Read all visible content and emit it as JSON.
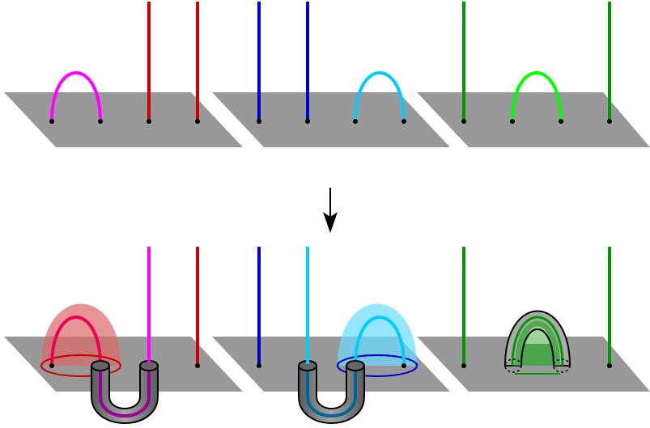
{
  "colors": {
    "plane": "#999999",
    "magenta": "#ff00ff",
    "red": "#cc0000",
    "blue": "#0000cc",
    "cyan": "#00ccff",
    "green": "#009900",
    "lime": "#00ff00",
    "crimson": "#ee0055",
    "dark_cyan": "#0099cc",
    "tube_gray": "#888888",
    "tube_inner_purple": "#990099",
    "tube_inner_teal": "#006699",
    "dome_red": "#dd6666",
    "dome_cyan": "#66ddff",
    "dome_green": "#33aa33",
    "point": "#000000",
    "outline": "#000000"
  },
  "icons": {
    "arrow": "down-arrow-icon"
  },
  "diagram": {
    "top_row_panels": [
      "left-panel",
      "middle-panel",
      "right-panel"
    ],
    "bottom_row_panels": [
      "left-panel",
      "middle-panel",
      "right-panel"
    ],
    "transition": "down-arrow"
  }
}
